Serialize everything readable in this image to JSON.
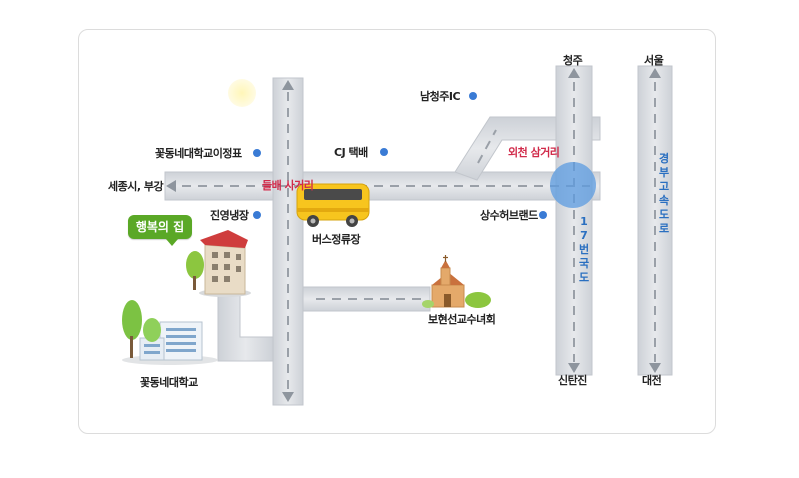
{
  "labels": {
    "cheongju": "청주",
    "seoul": "서울",
    "namcheongju_ic": "남청주IC",
    "kkotdongne_sign": "꽃동네대학교이정표",
    "cj_express": "CJ 택배",
    "oecheon_junction": "외천 삼거리",
    "sejong_bugang": "세종시, 부강",
    "deulbae_junction": "들배 사거리",
    "jinyoung_cold": "진영냉장",
    "bus_stop": "버스정류장",
    "sangsu_herb": "상수허브랜드",
    "route17": "17번국도",
    "gyeongbu_expressway": "경부고속도로",
    "happy_house": "행복의 집",
    "boeun_convent": "보현선교수녀회",
    "kkotdongne_univ": "꽃동네대학교",
    "sintanjin": "신탄진",
    "daejeon": "대전"
  },
  "colors": {
    "road": "#dcdfe4",
    "road_edge": "#c4c8ce",
    "marker_blue": "#3a7bd5",
    "junction_circle": "#5b9be0",
    "highlight_red": "#d12a4a",
    "bubble_green": "#5aa826",
    "bus_yellow": "#f7c51e"
  }
}
